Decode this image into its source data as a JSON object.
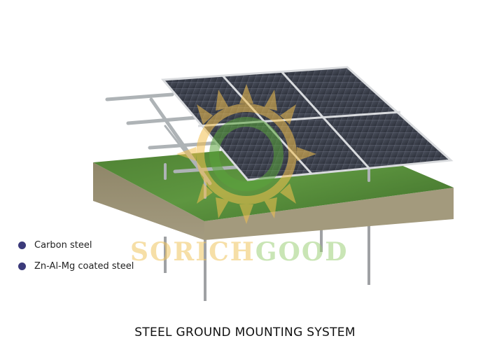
{
  "legend": {
    "items": [
      {
        "label": "Carbon steel",
        "color": "#3b3a7a"
      },
      {
        "label": "Zn-Al-Mg coated steel",
        "color": "#3b3a7a"
      }
    ]
  },
  "watermark": {
    "text": "SORICHGOOD",
    "colors": [
      "#f0c560",
      "#9ed07a"
    ]
  },
  "caption": "STEEL GROUND MOUNTING SYSTEM"
}
